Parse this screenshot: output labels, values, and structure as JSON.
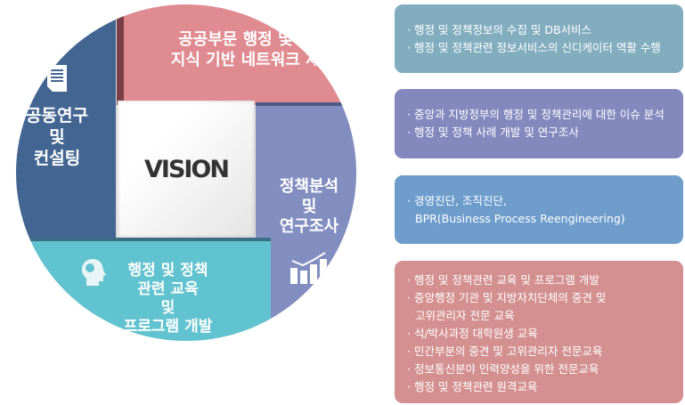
{
  "vision": "VISION",
  "quadrants": {
    "top": [
      "공공부문 행정 및 정책",
      "지식 기반 네트워크 제공"
    ],
    "left": [
      "공동연구",
      "및",
      "컨설팅"
    ],
    "right": [
      "정책분석",
      "및",
      "연구조사"
    ],
    "bottom": [
      "행정 및 정책",
      "관련 교육",
      "및",
      "프로그램 개발"
    ]
  },
  "boxes": {
    "b1": [
      "행정 및 정책정보의 수집 및 DB서비스",
      "행정 및 정책관련 정보서비스의 신디케이터 역활 수행"
    ],
    "b2": [
      "중앙과 지방정부의 행정 및 정책관리에 대한 이슈 분석",
      "행정 및 정책 사례 개발 및 연구조사"
    ],
    "b3": [
      "경영진단, 조직진단,",
      "BPR(Business Process Reengineering)"
    ],
    "b4": [
      "행정 및 정책관련 교육 및 프로그램 개발",
      "중앙행정 기관 및 지방자치단체의 중견 및",
      "고위관리자 전문 교육",
      "석/박사과정 대학원생 교육",
      "민간부분의 중견 및 고위관리자 전문교육",
      "정보통신분야 인력양성을 위한 전문교육",
      "행정 및 정책관련 원격교육"
    ]
  }
}
